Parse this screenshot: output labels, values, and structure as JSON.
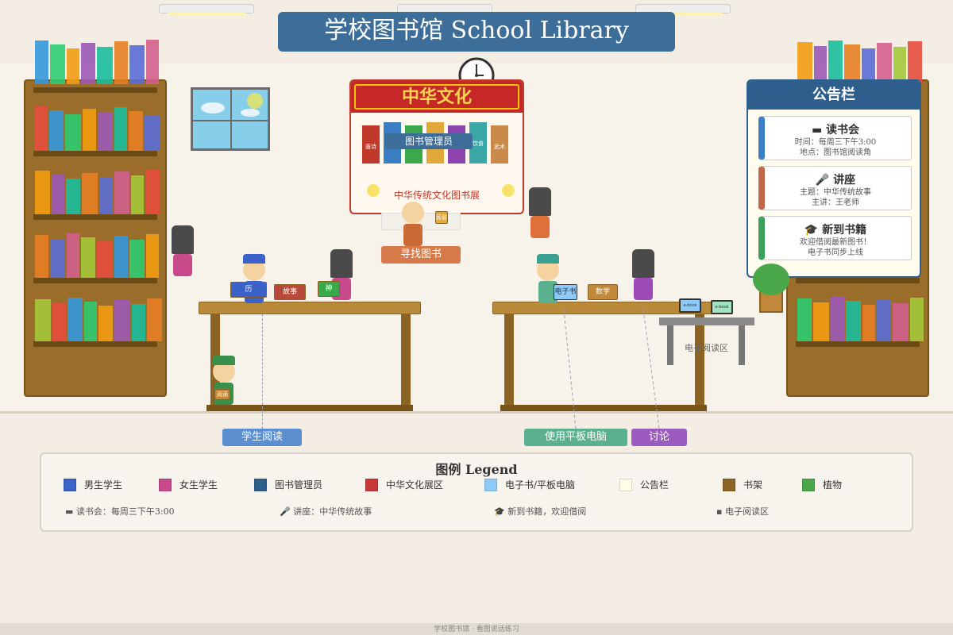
{
  "header": {
    "title": "学校图书馆 School Library"
  },
  "board": {
    "title": "中华文化",
    "subtitle": "中华传统文化图书展",
    "books": [
      {
        "label": "唐诗",
        "color": "#c0392b"
      },
      {
        "label": "",
        "color": "#3a7fc4"
      },
      {
        "label": "",
        "color": "#3aa84b"
      },
      {
        "label": "",
        "color": "#e0a93a"
      },
      {
        "label": "",
        "color": "#8e44ad"
      },
      {
        "label": "饮食",
        "color": "#3aa6a6"
      },
      {
        "label": "武术",
        "color": "#c98a4a"
      }
    ]
  },
  "librarian": {
    "tag": "图书管理员",
    "action": "寻找图书",
    "book_label": "民俗"
  },
  "notice": {
    "title": "公告栏",
    "cards": [
      {
        "title": "读书会",
        "icon": "book-icon",
        "color": "#3a7fc4",
        "line1": "时间：每周三下午3:00",
        "line2": "地点：图书馆阅读角"
      },
      {
        "title": "讲座",
        "icon": "microphone-icon",
        "color": "#c0694a",
        "line1": "主题：中华传统故事",
        "line2": "主讲：王老师"
      },
      {
        "title": "新到书籍",
        "icon": "graduation-cap-icon",
        "color": "#3aa05b",
        "line1": "欢迎借阅最新图书！",
        "line2": "电子书同步上线"
      }
    ]
  },
  "scene": {
    "book_labels": {
      "boy_book": "历",
      "story": "故事",
      "girl_book": "神",
      "tablet": "电子书",
      "math": "数学",
      "standing": "阅读"
    },
    "ereader": {
      "label": "电子阅读区",
      "device": "e-book"
    },
    "labels": [
      {
        "text": "学生阅读",
        "color": "#5b8fd0"
      },
      {
        "text": "使用平板电脑",
        "color": "#5ab08f"
      },
      {
        "text": "讨论",
        "color": "#9b5bbf"
      }
    ]
  },
  "legend": {
    "title": "图例 Legend",
    "items": [
      {
        "label": "男生学生",
        "color": "#3a62c8"
      },
      {
        "label": "女生学生",
        "color": "#c84a8a"
      },
      {
        "label": "图书管理员",
        "color": "#2e5e8c"
      },
      {
        "label": "中华文化展区",
        "color": "#c83a3a"
      },
      {
        "label": "电子书/平板电脑",
        "color": "#8ecaf7"
      },
      {
        "label": "公告栏",
        "color": "#fffce8"
      },
      {
        "label": "书架",
        "color": "#8b6424"
      },
      {
        "label": "植物",
        "color": "#4aa84b"
      }
    ],
    "notes": [
      {
        "icon": "book-icon",
        "text": "读书会：每周三下午3:00"
      },
      {
        "icon": "microphone-icon",
        "text": "讲座：中华传统故事"
      },
      {
        "icon": "graduation-cap-icon",
        "text": "新到书籍，欢迎借阅"
      },
      {
        "icon": "tablet-icon",
        "text": "电子阅读区"
      }
    ]
  },
  "footer": {
    "text": "学校图书馆 · 看图说话练习"
  }
}
